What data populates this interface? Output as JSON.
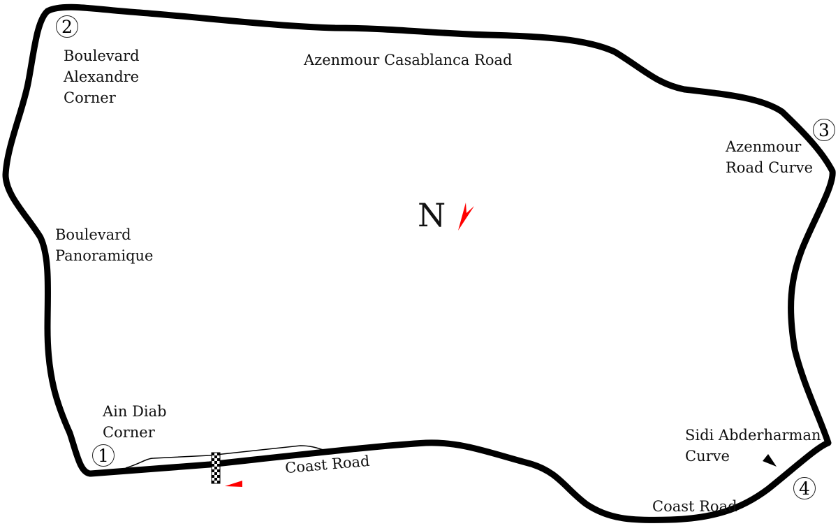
{
  "labels": {
    "boulevard_alexandre": "Boulevard\nAlexandre\nCorner",
    "azenmour_casablanca": "Azenmour Casablanca Road",
    "azenmour_curve": "Azenmour\nRoad Curve",
    "boulevard_panoramique": "Boulevard\nPanoramique",
    "ain_diab": "Ain Diab\nCorner",
    "coast_road_1": "Coast Road",
    "sidi": "Sidi Abderharman\nCurve",
    "coast_road_2": "Coast Road",
    "north": "N"
  },
  "corners": [
    "1",
    "2",
    "3",
    "4"
  ],
  "colors": {
    "track": "#000000",
    "direction_arrow": "#ff0000"
  }
}
